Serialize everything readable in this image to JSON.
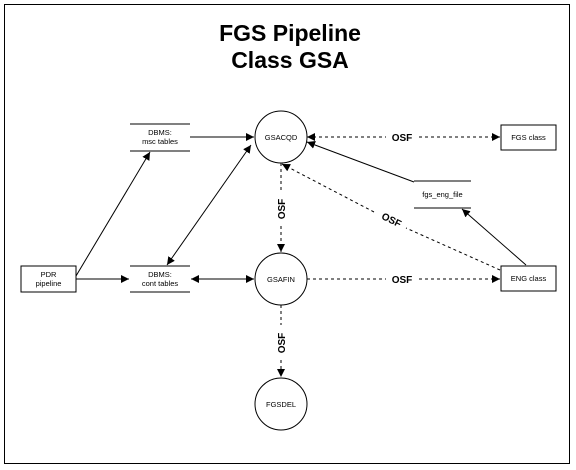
{
  "title": {
    "line1": "FGS Pipeline",
    "line2": "Class GSA"
  },
  "nodes": {
    "gsacqd": "GSACQD",
    "gsafin": "GSAFIN",
    "fgsdel": "FGSDEL",
    "pdr_line1": "PDR",
    "pdr_line2": "pipeline",
    "fgs_class": "FGS class",
    "eng_class": "ENG class",
    "dbms_msc_line1": "DBMS:",
    "dbms_msc_line2": "msc tables",
    "dbms_cont_line1": "DBMS:",
    "dbms_cont_line2": "cont tables",
    "fgs_eng_file": "fgs_eng_file"
  },
  "edges": {
    "osf_label": "OSF"
  }
}
